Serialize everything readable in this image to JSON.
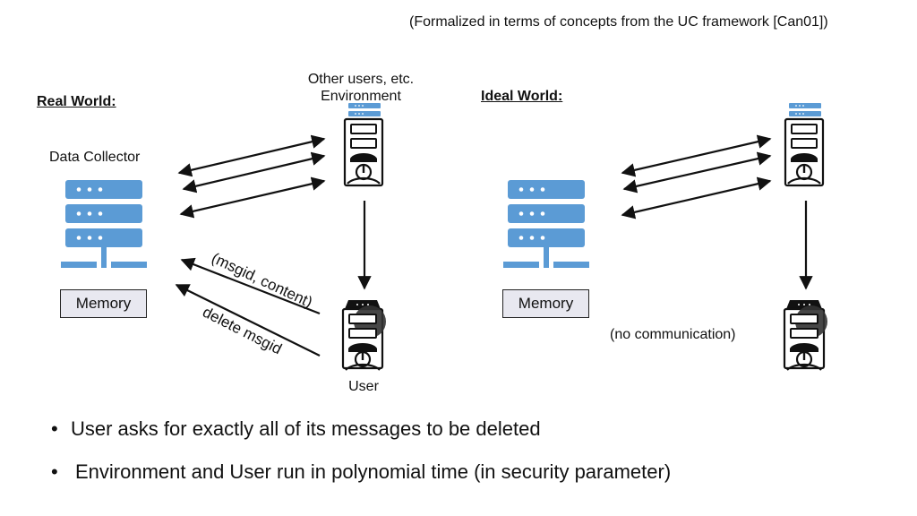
{
  "header_note": "(Formalized in terms of concepts from the UC framework [Can01])",
  "real_world": {
    "title": "Real World:",
    "data_collector_label": "Data Collector",
    "memory_label": "Memory",
    "environment_label_line1": "Other users, etc.",
    "environment_label_line2": "Environment",
    "user_label": "User",
    "msg_send_label": "(msgid, content)",
    "msg_delete_label": "delete msgid"
  },
  "ideal_world": {
    "title": "Ideal World:",
    "memory_label": "Memory",
    "no_comm_label": "(no communication)"
  },
  "bullets": [
    "User asks for exactly all of its messages to be deleted",
    "Environment and User run in polynomial time (in security parameter)"
  ],
  "colors": {
    "server_blue": "#5b9bd5",
    "memory_fill": "#e8e8f0",
    "ink": "#111111"
  }
}
